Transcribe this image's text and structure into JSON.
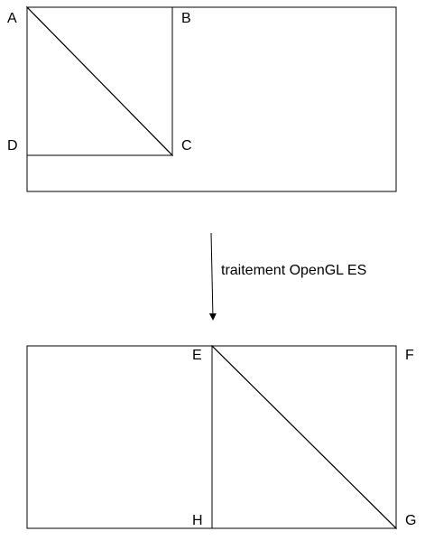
{
  "colors": {
    "background": "#cfe2f3",
    "upper_triangle": "#fff2cc",
    "lower_triangle": "#e6b8af",
    "stroke": "#000000"
  },
  "before": {
    "labels": {
      "a": "A",
      "b": "B",
      "c": "C",
      "d": "D"
    }
  },
  "transition": {
    "label": "traitement OpenGL ES"
  },
  "after": {
    "labels": {
      "e": "E",
      "f": "F",
      "g": "G",
      "h": "H"
    }
  }
}
